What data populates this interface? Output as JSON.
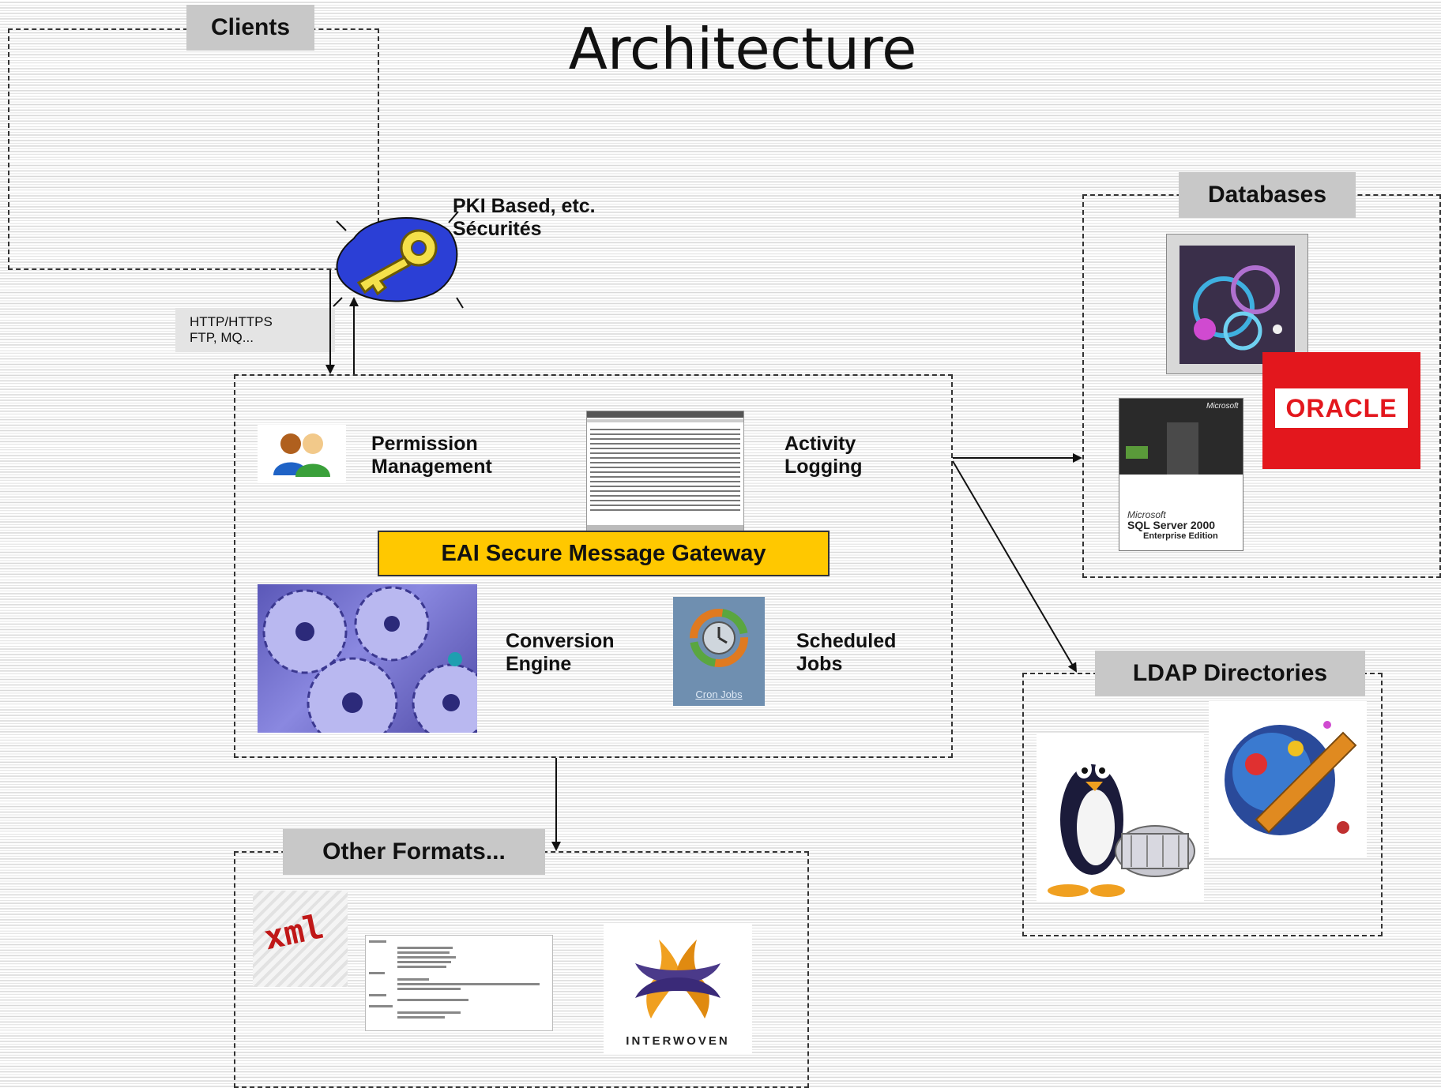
{
  "title": "Architecture",
  "groups": {
    "clients": "Clients",
    "databases": "Databases",
    "ldap": "LDAP Directories",
    "other": "Other Formats..."
  },
  "security": {
    "line1": "PKI Based, etc.",
    "line2": "Sécurités"
  },
  "protocols": {
    "line1": "HTTP/HTTPS",
    "line2": "FTP, MQ..."
  },
  "gateway": {
    "title": "EAI Secure Message Gateway",
    "permission": {
      "line1": "Permission",
      "line2": "Management"
    },
    "logging": {
      "line1": "Activity",
      "line2": "Logging"
    },
    "conversion": {
      "line1": "Conversion",
      "line2": "Engine"
    },
    "scheduled": {
      "line1": "Scheduled",
      "line2": "Jobs"
    },
    "cron_caption": "Cron Jobs"
  },
  "logos": {
    "oracle": "ORACLE",
    "interwoven": "INTERWOVEN",
    "xml": "xml",
    "sqlserver_brand": "Microsoft",
    "sqlserver_name": "SQL Server 2000",
    "sqlserver_edition": "Enterprise Edition",
    "ms": "Microsoft"
  },
  "colors": {
    "gateway_bg": "#ffc800",
    "tab_bg": "#c8c8c8",
    "oracle_red": "#e3171d"
  }
}
